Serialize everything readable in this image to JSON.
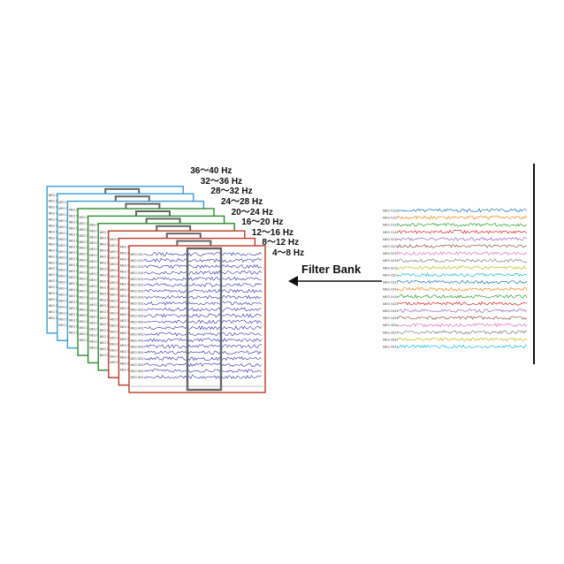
{
  "filter_bank_label": "Filter Bank",
  "bands": [
    {
      "label": "4～8 Hz",
      "color": "#c0392b"
    },
    {
      "label": "8～12 Hz",
      "color": "#c0392b"
    },
    {
      "label": "12～16 Hz",
      "color": "#c0392b"
    },
    {
      "label": "16～20 Hz",
      "color": "#2e8b2e"
    },
    {
      "label": "20～24 Hz",
      "color": "#2e8b2e"
    },
    {
      "label": "24～28 Hz",
      "color": "#2e8b2e"
    },
    {
      "label": "28～32 Hz",
      "color": "#3a9ad9"
    },
    {
      "label": "32～36 Hz",
      "color": "#3a9ad9"
    },
    {
      "label": "36～40 Hz",
      "color": "#3a9ad9"
    }
  ],
  "front_channels": [
    "MEG 0111",
    "MEG 0121",
    "MEG 0131",
    "MEG 0141",
    "MEG 0211",
    "MEG 0221",
    "MEG 0231",
    "MEG 0241",
    "MEG 0311",
    "MEG 0321",
    "MEG 0331",
    "MEG 0341",
    "MEG 0411",
    "MEG 0421",
    "MEG 0431",
    "MEG 0441",
    "MEG 0511",
    "MEG 0521",
    "MEG 0531",
    "MEG 0541",
    "MEG 0611"
  ],
  "raw_channels": [
    "MEG 0111",
    "MEG 0121",
    "MEG 0131",
    "MEG 0141",
    "MEG 0211",
    "MEG 0221",
    "MEG 0231",
    "MEG 0241",
    "MEG 0311",
    "MEG 0321",
    "MEG 0331",
    "MEG 0341",
    "MEG 0411",
    "MEG 0421",
    "MEG 0431",
    "MEG 0441",
    "MEG 0511",
    "MEG 0521",
    "MEG 0531",
    "MEG 0541"
  ],
  "raw_trace_colors": [
    "#1f77b4",
    "#ff7f0e",
    "#2ca02c",
    "#d62728",
    "#9467bd",
    "#8c564b",
    "#e377c2",
    "#7f7f7f",
    "#bcbd22",
    "#17becf",
    "#1f77b4",
    "#ff7f0e",
    "#2ca02c",
    "#d62728",
    "#9467bd",
    "#8c564b",
    "#e377c2",
    "#7f7f7f",
    "#bcbd22",
    "#17becf"
  ],
  "front_trace_color": "#1a1aa8",
  "highlight_color": "#666666"
}
